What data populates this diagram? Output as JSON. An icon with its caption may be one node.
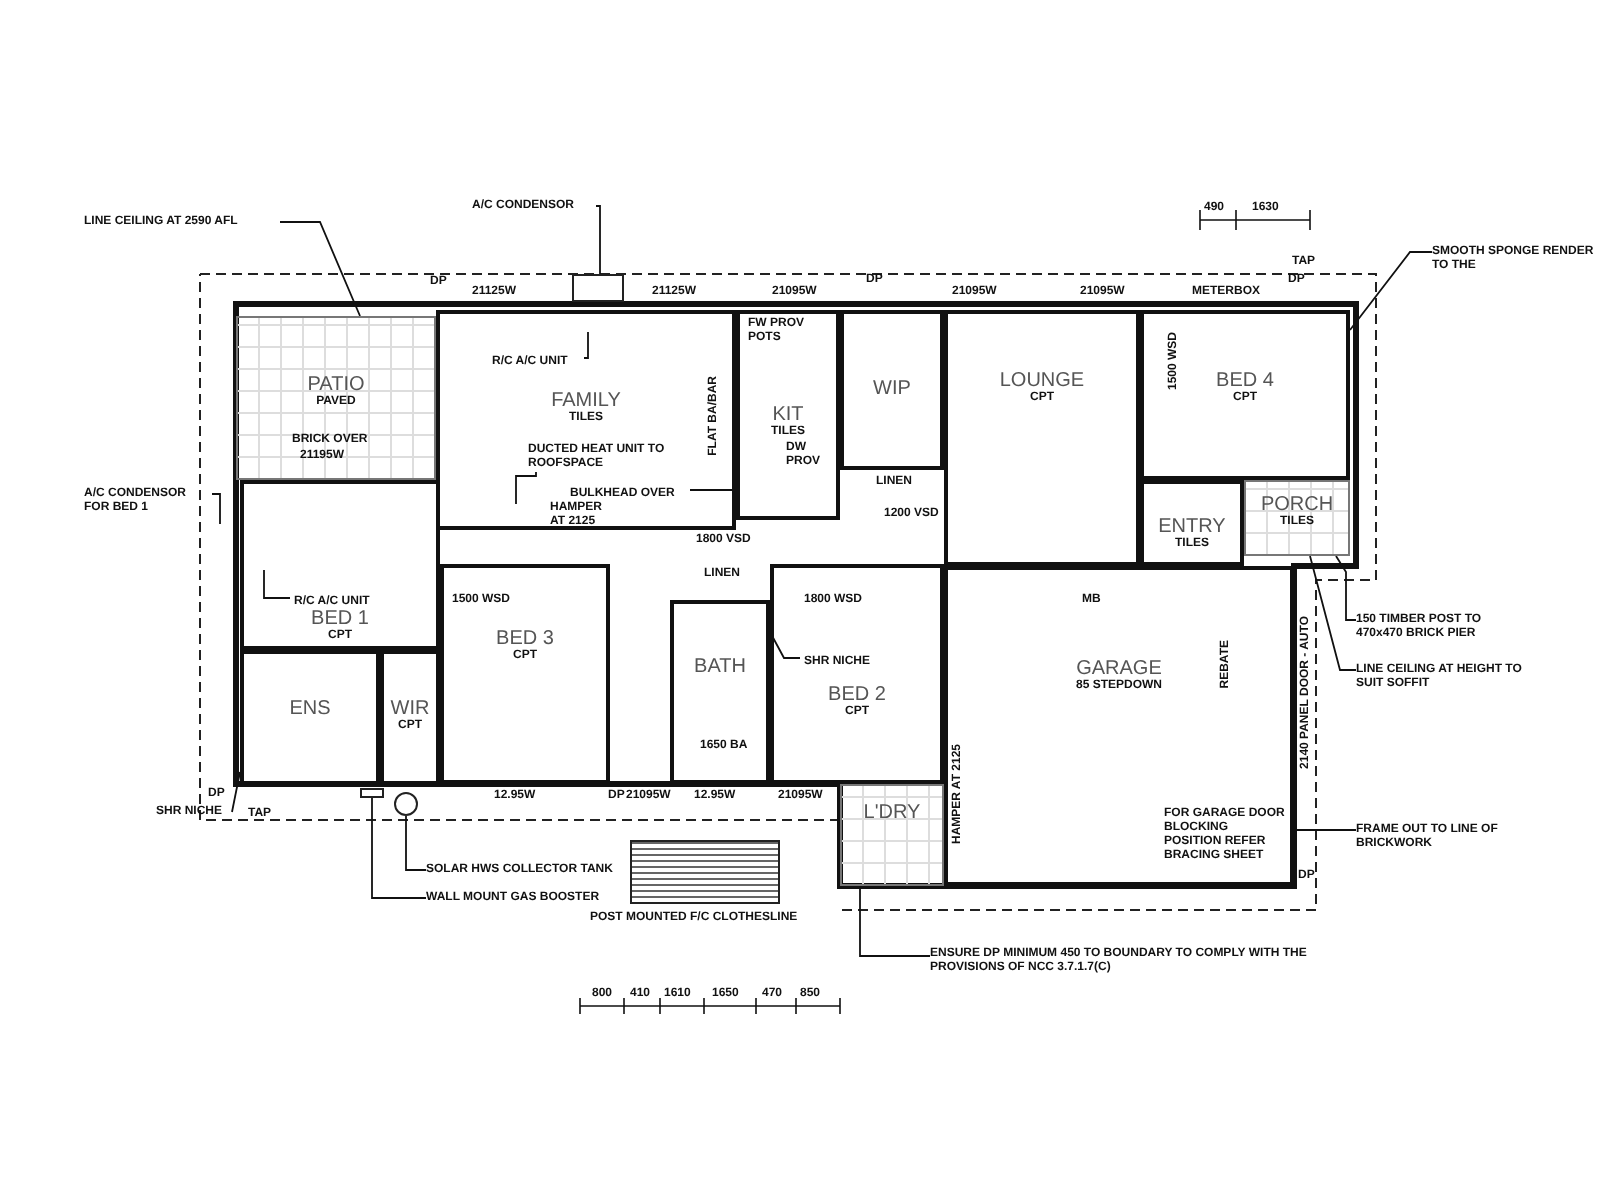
{
  "diagram": {
    "nodes": [
      {
        "text": [
          "PATIO",
          "PAVED"
        ]
      },
      {
        "text": [
          "FAMILY",
          "TILES"
        ]
      },
      {
        "text": [
          "KIT",
          "TILES"
        ]
      },
      {
        "text": [
          "WIP"
        ]
      },
      {
        "text": [
          "LOUNGE",
          "CPT"
        ]
      },
      {
        "text": [
          "BED 4",
          "CPT"
        ]
      },
      {
        "text": [
          "ENTRY",
          "TILES"
        ]
      },
      {
        "text": [
          "PORCH",
          "TILES"
        ]
      },
      {
        "text": [
          "BED 1",
          "CPT"
        ]
      },
      {
        "text": [
          "ENS"
        ]
      },
      {
        "text": [
          "WIR",
          "CPT"
        ]
      },
      {
        "text": [
          "BED 3",
          "CPT"
        ]
      },
      {
        "text": [
          "BATH"
        ]
      },
      {
        "text": [
          "BED 2",
          "CPT"
        ]
      },
      {
        "text": [
          "GARAGE",
          "85 STEPDOWN"
        ]
      },
      {
        "text": [
          "L'DRY"
        ]
      },
      {
        "text": [
          "LINE CEILING AT 2590 AFL"
        ]
      },
      {
        "text": [
          "A/C CONDENSOR"
        ]
      },
      {
        "text": [
          "R/C A/C UNIT"
        ],
        "in": 1
      },
      {
        "text": [
          "DUCTED HEAT UNIT TO ROOFSPACE"
        ],
        "in": 1
      },
      {
        "text": [
          "BULKHEAD OVER"
        ],
        "in": 1
      },
      {
        "text": [
          "A/C CONDENSOR FOR BED 1"
        ]
      },
      {
        "text": [
          "SMOOTH SPONGE RENDER TO THE"
        ]
      },
      {
        "text": [
          "R/C A/C UNIT"
        ],
        "in": 8
      },
      {
        "text": [
          "SHR NICHE"
        ]
      },
      {
        "text": [
          "SOLAR HWS COLLECTOR TANK"
        ]
      },
      {
        "text": [
          "WALL MOUNT GAS BOOSTER"
        ]
      },
      {
        "text": [
          "SHR NICHE"
        ],
        "in": 13
      },
      {
        "text": [
          "ENSURE DP MINIMUM 450 TO BOUNDARY TO COMPLY WITH THE PROVISIONS OF NCC 3.7.1.7(C)"
        ]
      },
      {
        "text": [
          "FRAME OUT TO LINE OF BRICKWORK"
        ]
      },
      {
        "text": [
          "LINE CEILING AT HEIGHT TO SUIT SOFFIT"
        ]
      },
      {
        "text": [
          "150 TIMBER POST TO 470x470 BRICK PIER"
        ]
      },
      {
        "text": [],
        "shape": "picture",
        "beside": [
          "POST MOUNTED F/C CLOTHESLINE"
        ]
      },
      {
        "text": [],
        "shape": "box"
      },
      {
        "text": [],
        "shape": "circle"
      },
      {
        "text": [],
        "shape": "box"
      }
    ],
    "edges": [
      {
        "from": 16,
        "to": 0,
        "arrow": "none"
      },
      {
        "from": 17,
        "to": 33,
        "arrow": "none"
      },
      {
        "from": 18,
        "to": null,
        "arrow": "none"
      },
      {
        "from": 19,
        "to": null,
        "arrow": "none"
      },
      {
        "from": 20,
        "to": 2,
        "arrow": "none"
      },
      {
        "from": 21,
        "to": null,
        "arrow": "none"
      },
      {
        "from": 22,
        "to": 5,
        "arrow": "none"
      },
      {
        "from": 23,
        "to": null,
        "arrow": "none"
      },
      {
        "from": 24,
        "to": 9,
        "arrow": "none"
      },
      {
        "from": 25,
        "to": 34,
        "arrow": "none"
      },
      {
        "from": 26,
        "to": 35,
        "arrow": "none"
      },
      {
        "from": 27,
        "to": 12,
        "arrow": "none"
      },
      {
        "from": 28,
        "to": 15,
        "arrow": "none"
      },
      {
        "from": 29,
        "to": 14,
        "arrow": "none"
      },
      {
        "from": 30,
        "to": 7,
        "arrow": "none"
      },
      {
        "from": 31,
        "to": 7,
        "arrow": "none"
      }
    ],
    "labels": [
      "490",
      "1630",
      "DP",
      "21125W",
      "21125W",
      "21095W",
      "DP",
      "21095W",
      "21095W",
      "METERBOX",
      "TAP",
      "DP",
      "BRICK OVER",
      "21195W",
      "FW PROV POTS",
      "FLAT BA/BAR",
      "DW PROV",
      "LINEN",
      "1200 VSD",
      "HAMPER AT 2125",
      "1800 VSD",
      "LINEN",
      "1500 WSD",
      "1800 WSD",
      "1650 BA",
      "12.95W",
      "DP",
      "21095W",
      "12.95W",
      "21095W",
      "TAP",
      "DP",
      "MB",
      "REBATE",
      "2140 PANEL DOOR - AUTO",
      "FOR GARAGE DOOR BLOCKING POSITION REFER BRACING SHEET",
      "DP",
      "HAMPER AT 2125",
      "1500 WSD",
      "800",
      "410",
      "1610",
      "1650",
      "470",
      "850"
    ]
  }
}
